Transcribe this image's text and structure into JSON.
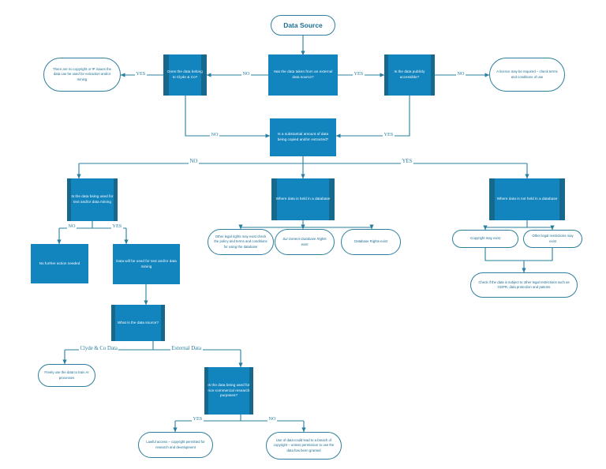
{
  "diagram": {
    "title": "Data Source",
    "colors": {
      "node_fill": "#1284be",
      "node_band": "#16698c",
      "line": "#2a7f9e",
      "pill_text": "#1b6d92",
      "pill_border": "#2d7f9d",
      "background": "#ffffff"
    },
    "nodes": {
      "data_source": "Data Source",
      "no_copyright_issues": "There are no copyright or IP issues the data can be used for extraction and/or mining",
      "belong_clyde": "Does the data belong to Clyde & Co?",
      "external_source": "Has the data taken from an external data source?",
      "publicly_accessible": "Is the data publicly accessible?",
      "licence_required": "A licence may be required – check terms and conditions of use",
      "substantial_amount": "Is a substantial amount of data being copied and/or extracted?",
      "used_for_tdm": "Is the data being used for text and/or data mining",
      "held_in_database": "Where data is held in a database",
      "not_held_in_database": "Where data is not held in a database",
      "other_legal_rights": "Other legal rights may exist check the policy and terms and conditions for using the database",
      "sui_generis": "Sui Generis Database Rights exist",
      "database_rights": "Database Rights exist",
      "copyright_may_exist": "Copyright may exist",
      "other_restrictions": "Other legal restrictions may exist",
      "check_gdpr": "Check if the data is subject to other legal restrictions such as GDPR, data protection and patents",
      "no_further_action": "No further action needed",
      "will_be_used_tdm": "Data will be used for text and/or data mining",
      "what_is_source": "What is the data source?",
      "freely_use": "Freely use the data to train AI processes",
      "non_commercial": "Is the data being used for non-commercial research purposes?",
      "lawful_access": "Lawful access – copyright permitted for research and development",
      "breach_copyright": "Use of data could lead to a breach of copyright – unless permission to use the data has been granted"
    },
    "edge_labels": {
      "yes_1": "YES",
      "no_1": "NO",
      "yes_2": "YES",
      "no_2": "NO",
      "no_3": "NO",
      "yes_3": "YES",
      "no_4": "NO",
      "yes_4": "YES",
      "no_5": "NO",
      "yes_5": "YES",
      "clyde_data": "Clyde & Co Data",
      "external_data": "External Data",
      "yes_6": "YES",
      "no_6": "NO"
    }
  }
}
